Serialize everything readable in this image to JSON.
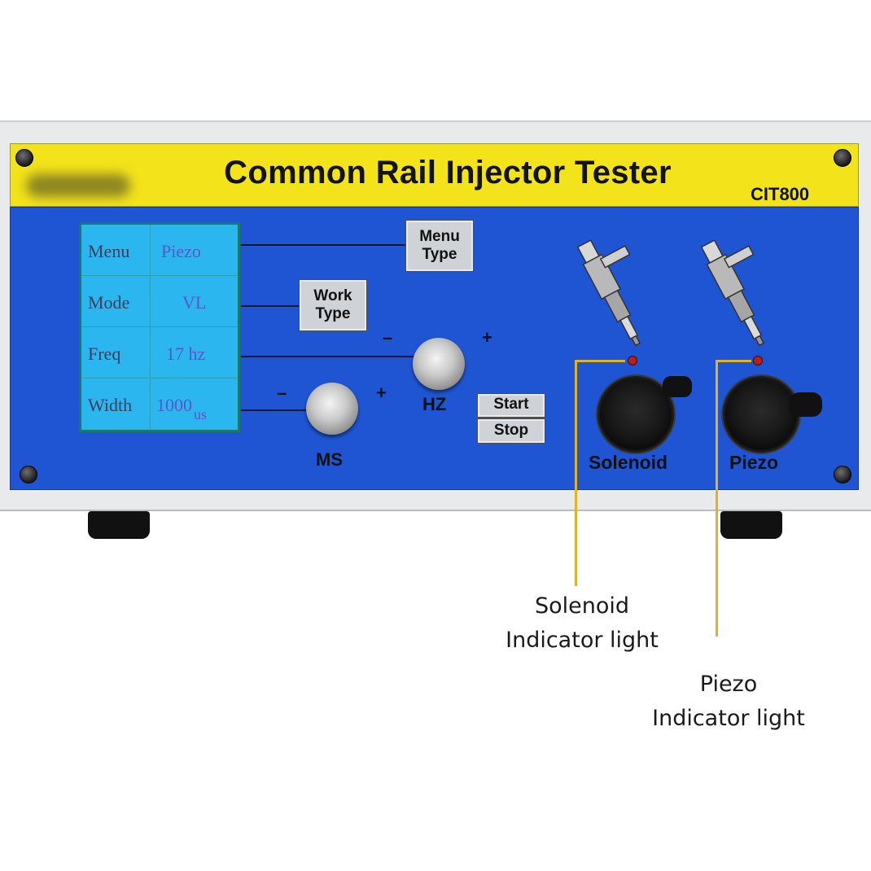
{
  "device": {
    "title": "Common Rail Injector Tester",
    "model": "CIT800"
  },
  "lcd": {
    "rows": [
      {
        "label": "Menu",
        "value": "Piezo",
        "unit": ""
      },
      {
        "label": "Mode",
        "value": "VL",
        "unit": ""
      },
      {
        "label": "Freq",
        "value": "17 hz",
        "unit": ""
      },
      {
        "label": "Width",
        "value": "1000",
        "unit": "us"
      }
    ]
  },
  "buttons": {
    "menu_type": {
      "line1": "Menu",
      "line2": "Type"
    },
    "work_type": {
      "line1": "Work",
      "line2": "Type"
    },
    "start_stop": {
      "line1": "Start",
      "line2": "Stop"
    }
  },
  "knobs": {
    "ms": {
      "label": "MS",
      "minus": "–",
      "plus": "+"
    },
    "hz": {
      "label": "HZ",
      "minus": "–",
      "plus": "+"
    }
  },
  "connectors": {
    "solenoid": "Solenoid",
    "piezo": "Piezo"
  },
  "annotations": {
    "solenoid": {
      "line1": "Solenoid",
      "line2": "Indicator light"
    },
    "piezo": {
      "line1": "Piezo",
      "line2": "Indicator light"
    }
  },
  "colors": {
    "header_yellow": "#f3e31b",
    "panel_blue": "#1f55d2",
    "lcd_cyan": "#2bb6f0",
    "callout_orange": "#e0b12a"
  }
}
